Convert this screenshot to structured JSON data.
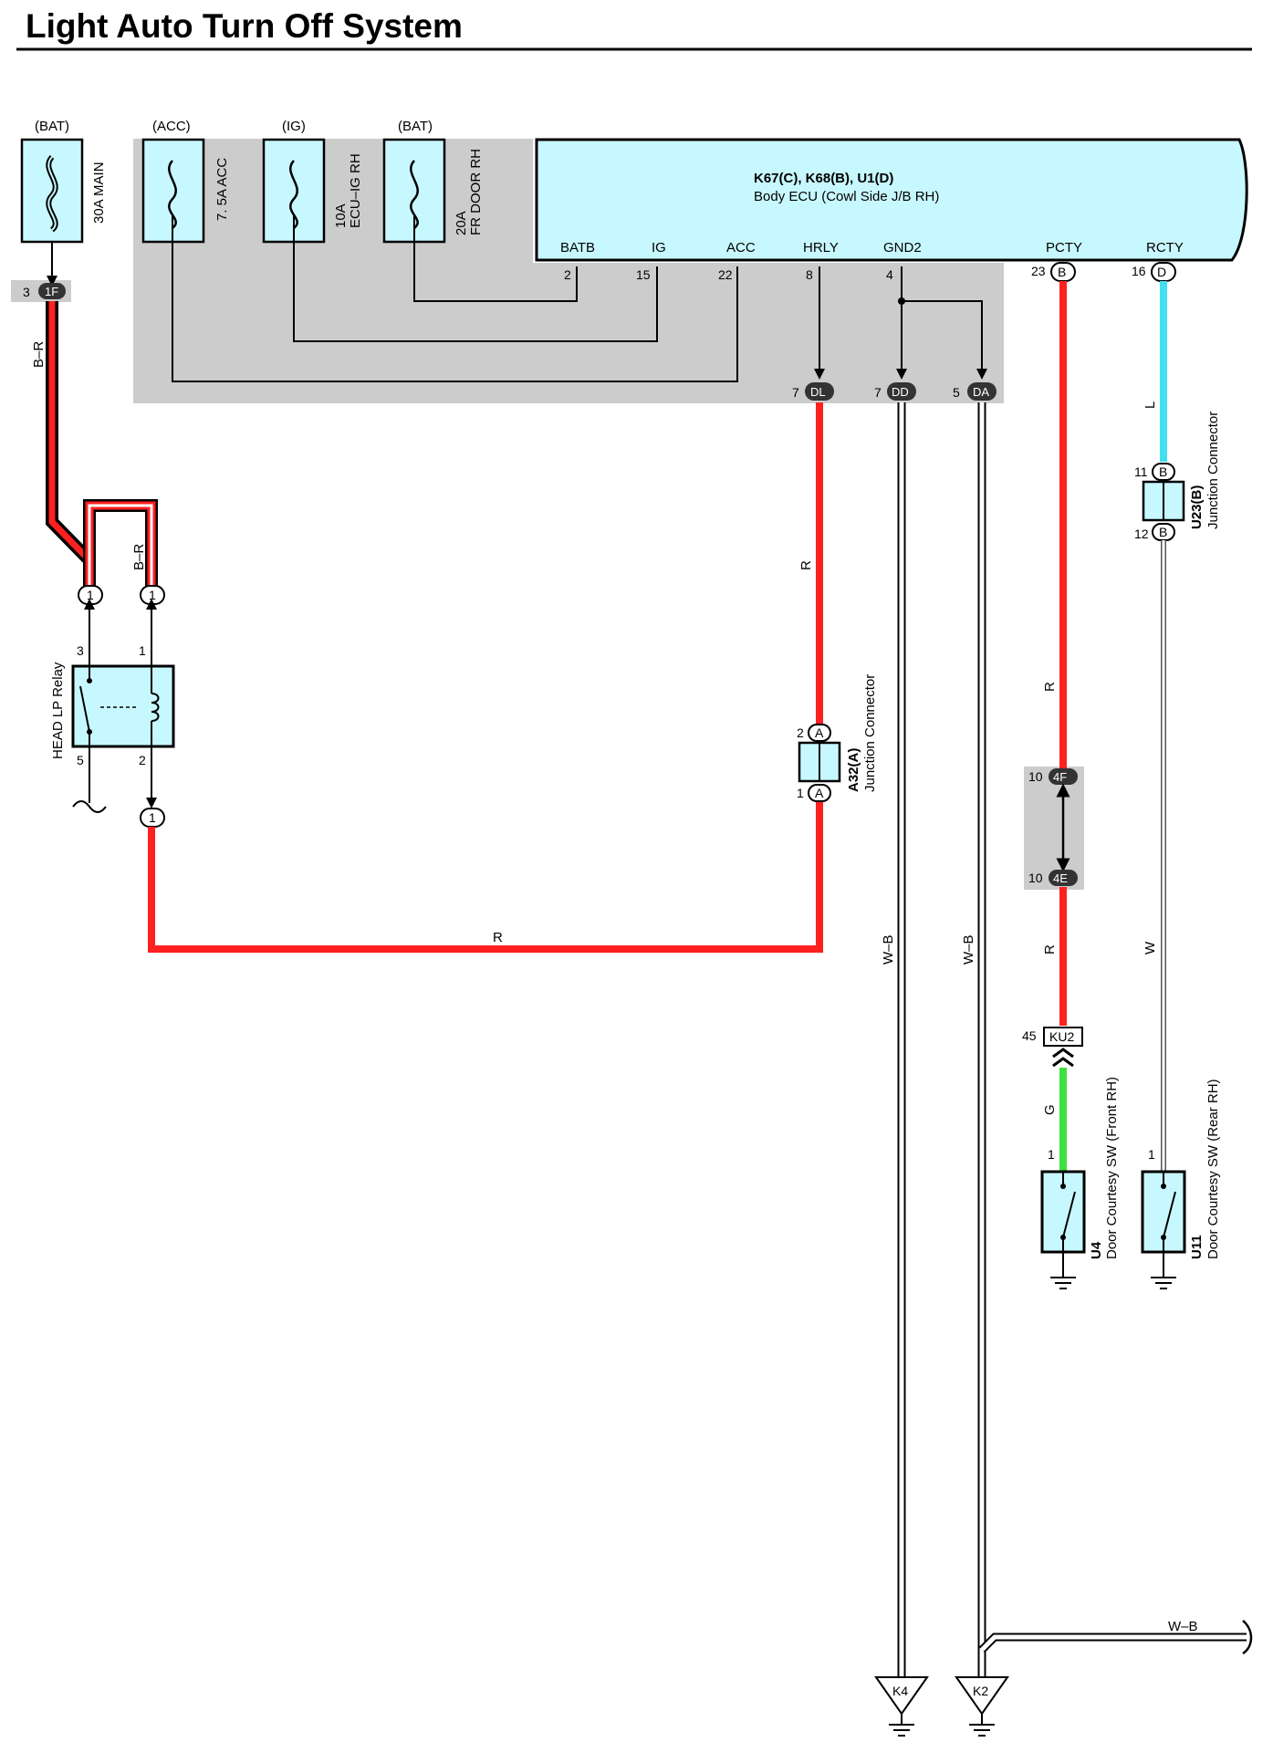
{
  "title": "Light Auto Turn Off System",
  "fuses": [
    {
      "source": "(BAT)",
      "rating": "30A MAIN",
      "name": ""
    },
    {
      "source": "(ACC)",
      "rating": "7. 5A ACC",
      "name": ""
    },
    {
      "source": "(IG)",
      "rating": "10A",
      "name": "ECU–IG RH"
    },
    {
      "source": "(BAT)",
      "rating": "20A",
      "name": "FR DOOR RH"
    }
  ],
  "ecu": {
    "line1": "K67(C), K68(B), U1(D)",
    "line2": "Body ECU (Cowl Side J/B RH)",
    "terminals": [
      {
        "name": "BATB",
        "pin": "2"
      },
      {
        "name": "IG",
        "pin": "15"
      },
      {
        "name": "ACC",
        "pin": "22"
      },
      {
        "name": "HRLY",
        "pin": "8"
      },
      {
        "name": "GND2",
        "pin": "4"
      },
      {
        "name": "PCTY",
        "pin": "23",
        "conn": "B"
      },
      {
        "name": "RCTY",
        "pin": "16",
        "conn": "D"
      }
    ]
  },
  "connectors": {
    "c1F": {
      "pin": "3",
      "code": "1F"
    },
    "dl": {
      "pin": "7",
      "code": "DL"
    },
    "dd": {
      "pin": "7",
      "code": "DD"
    },
    "da": {
      "pin": "5",
      "code": "DA"
    },
    "relayTopLeft": {
      "code": "1"
    },
    "relayTopRight": {
      "code": "1"
    },
    "relayBottom": {
      "code": "1"
    },
    "a32top": {
      "pin": "2",
      "code": "A"
    },
    "a32bottom": {
      "pin": "1",
      "code": "A"
    },
    "u23top": {
      "pin": "11",
      "code": "B"
    },
    "u23bottom": {
      "pin": "12",
      "code": "B"
    },
    "c4F": {
      "pin": "10",
      "code": "4F"
    },
    "c4E": {
      "pin": "10",
      "code": "4E"
    },
    "ku2": {
      "pin": "45",
      "code": "KU2"
    }
  },
  "relay": {
    "name": "HEAD LP Relay",
    "pins": [
      "3",
      "1",
      "5",
      "2"
    ]
  },
  "junctions": {
    "a32": {
      "code": "A32(A)",
      "desc": "Junction Connector"
    },
    "u23": {
      "code": "U23(B)",
      "desc": "Junction Connector"
    }
  },
  "switches": [
    {
      "code": "U4",
      "desc": "Door Courtesy SW (Front RH)",
      "pin": "1"
    },
    {
      "code": "U11",
      "desc": "Door Courtesy SW (Rear RH)",
      "pin": "1"
    }
  ],
  "grounds": [
    "K4",
    "K2"
  ],
  "wires": {
    "br1": "B–R",
    "br2": "B–R",
    "r1": "R",
    "r2": "R",
    "r3": "R",
    "r4": "R",
    "l": "L",
    "wb1": "W–B",
    "wb2": "W–B",
    "wb3": "W–B",
    "w": "W",
    "g": "G"
  },
  "colors": {
    "red": "#ff2020",
    "blue": "#40e0f0",
    "green": "#40e040",
    "shade": "#cccccc",
    "component": "#c8f8ff"
  }
}
